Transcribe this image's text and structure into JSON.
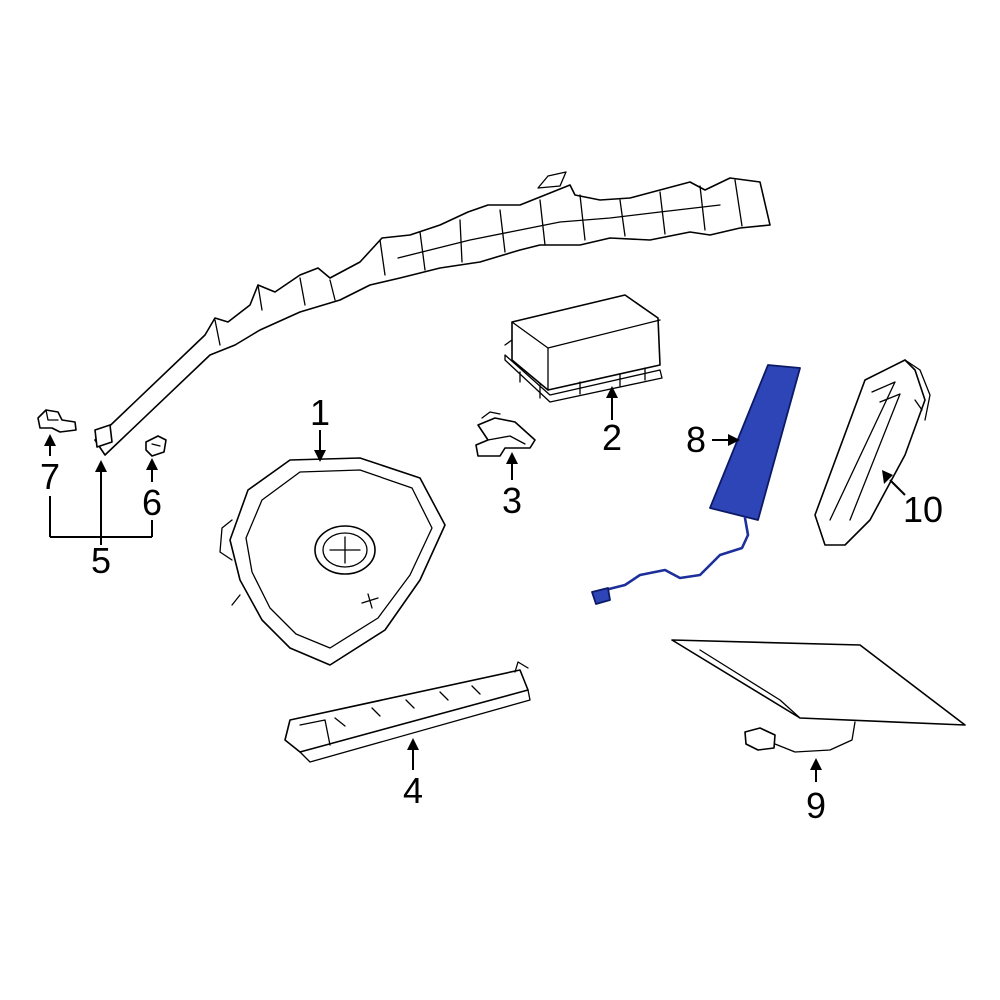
{
  "highlight_color": "#2e45b8",
  "callouts": [
    {
      "id": "1",
      "label": "1"
    },
    {
      "id": "2",
      "label": "2"
    },
    {
      "id": "3",
      "label": "3"
    },
    {
      "id": "4",
      "label": "4"
    },
    {
      "id": "5",
      "label": "5"
    },
    {
      "id": "6",
      "label": "6"
    },
    {
      "id": "7",
      "label": "7"
    },
    {
      "id": "8",
      "label": "8",
      "highlighted": true
    },
    {
      "id": "9",
      "label": "9"
    },
    {
      "id": "10",
      "label": "10"
    }
  ]
}
